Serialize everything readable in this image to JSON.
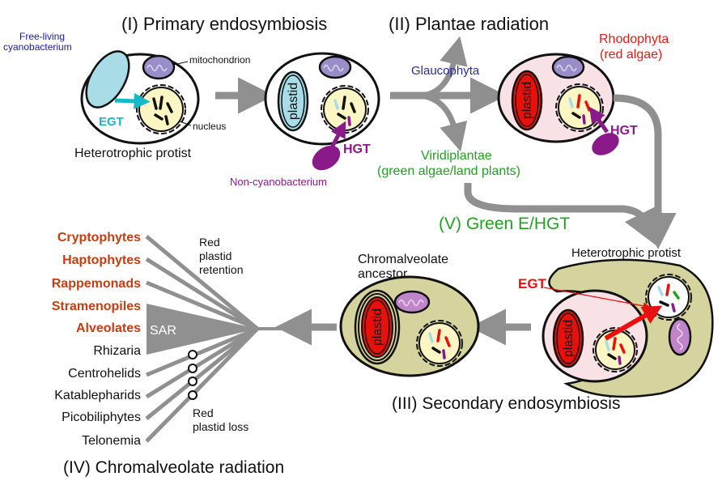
{
  "titles": {
    "primary": "(I) Primary endosymbiosis",
    "plantae": "(II) Plantae radiation",
    "secondary": "(III) Secondary endosymbiosis",
    "chromalveolate": "(IV) Chromalveolate radiation",
    "green": "(V) Green E/HGT"
  },
  "labels": {
    "free_living_1": "Free-living",
    "free_living_2": "cyanobacterium",
    "mitochondrion": "mitochondrion",
    "nucleus": "nucleus",
    "egt": "EGT",
    "hgt": "HGT",
    "hetero_protist": "Heterotrophic protist",
    "non_cyano": "Non-cyanobacterium",
    "plastid": "plastid",
    "glaucophyta": "Glaucophyta",
    "rhodo_1": "Rhodophyta",
    "rhodo_2": "(red algae)",
    "viridi_1": "Viridiplantae",
    "viridi_2": "(green algae/land plants)",
    "chromalv_1": "Chromalveolate",
    "chromalv_2": "ancestor",
    "sar": "SAR",
    "red_ret_1": "Red",
    "red_ret_2": "plastid",
    "red_ret_3": "retention",
    "red_loss_1": "Red",
    "red_loss_2": "plastid loss"
  },
  "taxa": [
    {
      "name": "Cryptophytes",
      "red": true
    },
    {
      "name": "Haptophytes",
      "red": true
    },
    {
      "name": "Rappemonads",
      "red": true
    },
    {
      "name": "Stramenopiles",
      "red": true
    },
    {
      "name": "Alveolates",
      "red": true
    },
    {
      "name": "Rhizaria",
      "red": false
    },
    {
      "name": "Centrohelids",
      "red": false
    },
    {
      "name": "Katablepharids",
      "red": false
    },
    {
      "name": "Picobiliphytes",
      "red": false
    },
    {
      "name": "Telonemia",
      "red": false
    }
  ],
  "colors": {
    "arrow_gray": "#909090",
    "cyano": "#a8dde8",
    "nucleus_fill": "#fbf6c4",
    "mito_fill": "#9a8ec8",
    "plastid_red": "#e8100a",
    "rhodo_text": "#e81818",
    "glauco_text": "#2a2aa0",
    "viridi_text": "#22a022",
    "magenta": "#8a1a8a",
    "taxa_red": "#c83c10",
    "cell_pink": "#f8e2e6",
    "host_olive": "#d6d49e"
  }
}
